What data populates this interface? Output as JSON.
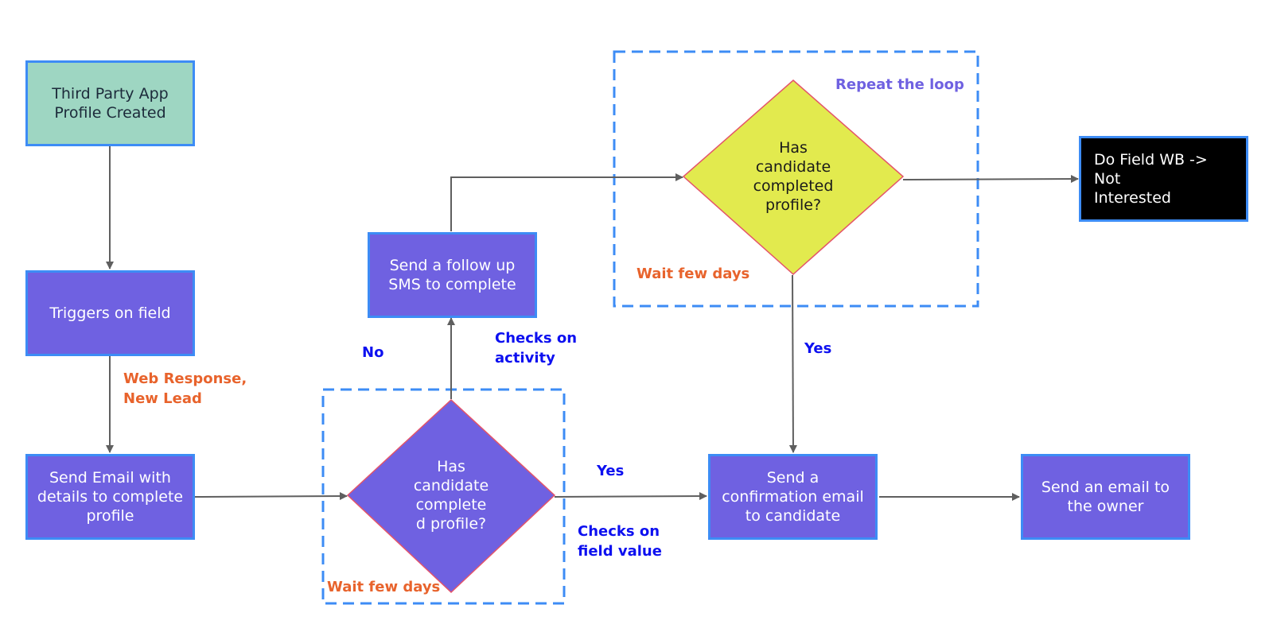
{
  "colors": {
    "primary": "#6f61e1",
    "primary_border": "#3d8cf5",
    "start_fill": "#9ed6c2",
    "decision_yellow": "#e2ea4e",
    "end_fill": "#000000",
    "wait_label": "#e8632c",
    "flow_label": "#0d10f0",
    "loop_label": "#6f61e1",
    "dashed_border": "#3d8cf5",
    "connector": "#5f5f5f"
  },
  "nodes": {
    "start": "Third Party App\nProfile Created",
    "triggers": "Triggers on field",
    "send_email": "Send Email with\ndetails to complete\nprofile",
    "decision_1": "Has\ncandidate\ncomplete\nd profile?",
    "follow_up_sms": "Send a follow up\nSMS to complete",
    "decision_2": "Has\ncandidate\ncompleted\nprofile?",
    "not_interested": "Do Field WB -> Not\nInterested",
    "confirmation_email": "Send a\nconfirmation email\nto candidate",
    "owner_email": "Send an email to\nthe owner"
  },
  "labels": {
    "web_response": "Web Response,\nNew Lead",
    "no": "No",
    "checks_activity": "Checks on\nactivity",
    "wait_1": "Wait few days",
    "yes_1": "Yes",
    "checks_field": "Checks on\nfield value",
    "repeat_loop": "Repeat the loop",
    "wait_2": "Wait few days",
    "yes_2": "Yes"
  }
}
